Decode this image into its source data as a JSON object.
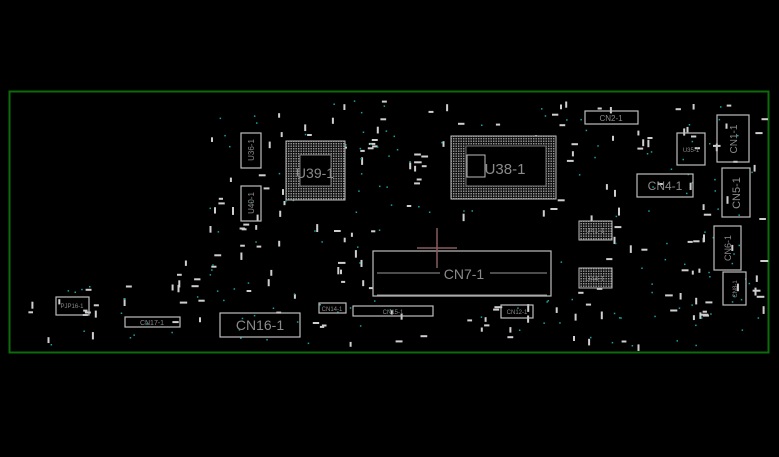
{
  "viewer": {
    "background_color": "#000000",
    "board_outline_color": "#0d6b0d",
    "part_outline_color": "#bdbdbd",
    "label_color": "#8a8a8a",
    "via_color": "#1aa39a",
    "cursor_color": "#8a5a60"
  },
  "components": {
    "u36": "U36-1",
    "u40": "U40-1",
    "u39": "U39-1",
    "u38": "U38-1",
    "cn7": "CN7-1",
    "cn16": "CN16-1",
    "cn17": "CN17-1",
    "pjp16": "PJP16-1",
    "cn14": "CN14-1",
    "cn15": "CN15-1",
    "cn12": "CN12-1",
    "u41": "U41-1",
    "u44": "U44-1",
    "cn2": "CN2-1",
    "u35": "U35-1",
    "cn1": "CN1-1",
    "cn4": "CN4-1",
    "cn5": "CN5-1",
    "cn6": "CN6-1",
    "cn8": "CN8-1"
  }
}
